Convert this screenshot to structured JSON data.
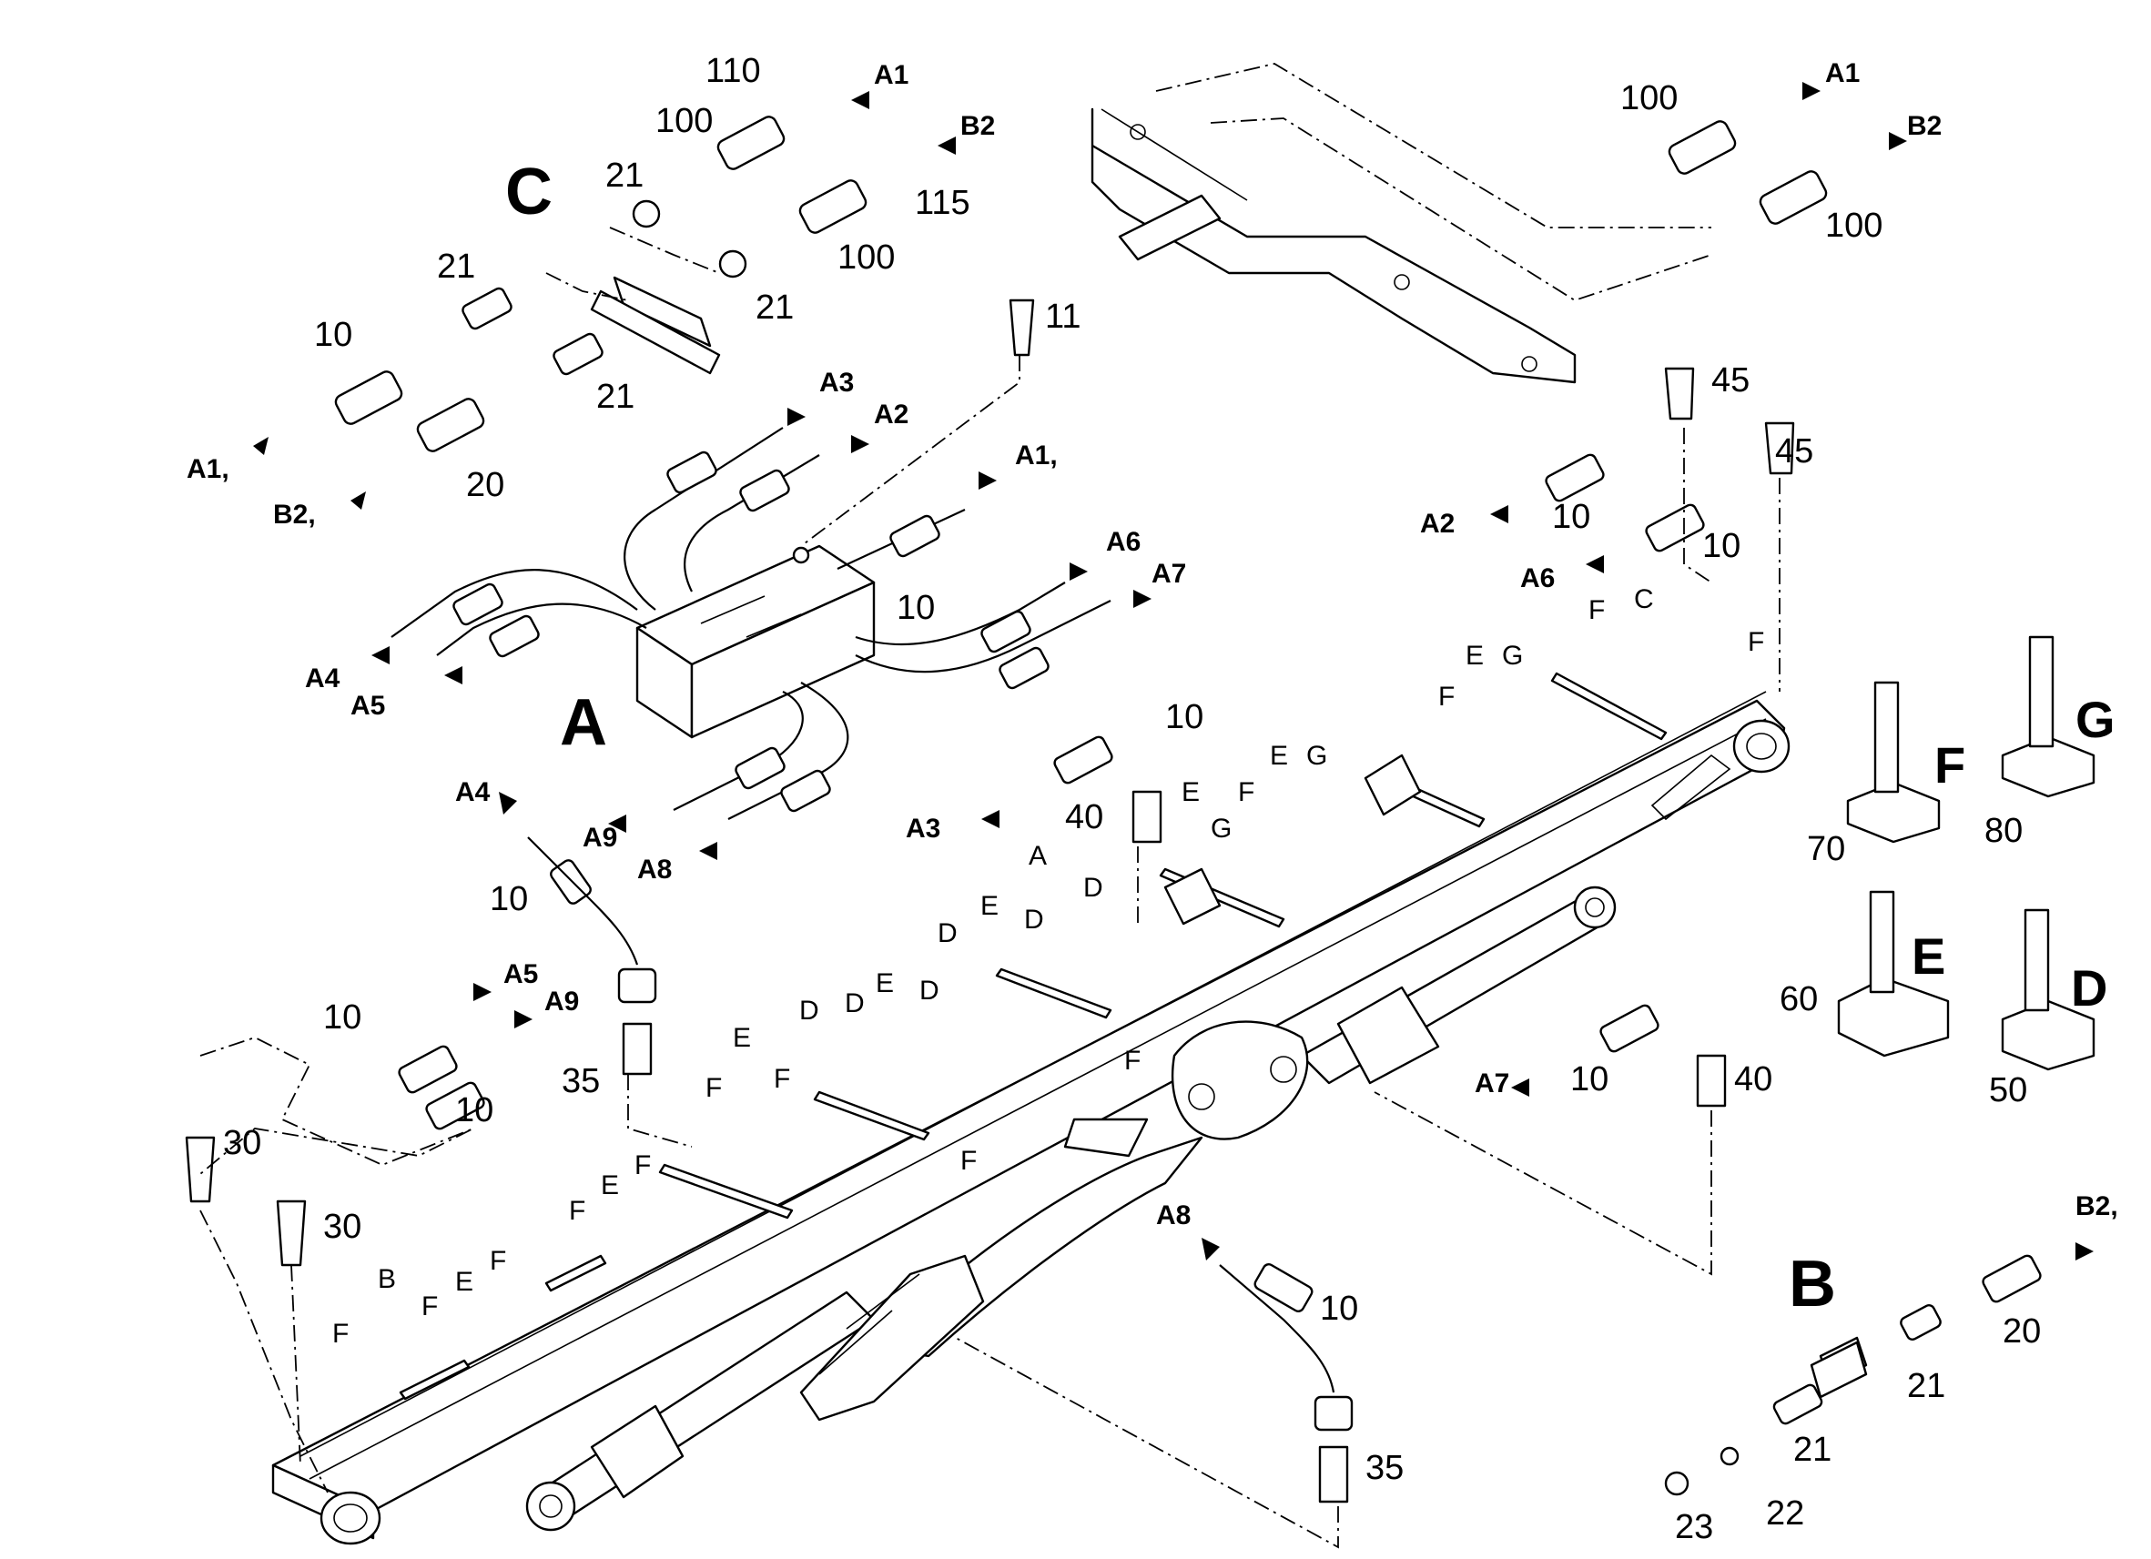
{
  "diagram": {
    "views": [
      {
        "letter": "A"
      },
      {
        "letter": "B"
      },
      {
        "letter": "C"
      }
    ],
    "clamps": [
      {
        "letter": "F",
        "number": "70"
      },
      {
        "letter": "G",
        "number": "80"
      },
      {
        "letter": "E",
        "number": "60"
      },
      {
        "letter": "D",
        "number": "50"
      }
    ],
    "port_labels": {
      "c_a1": "A1",
      "c_b2": "B2",
      "c_a1c": "A1,",
      "c_b2c": "B2,",
      "tr_a1": "A1",
      "tr_b2": "B2",
      "blk_a3": "A3",
      "blk_a2": "A2",
      "blk_a1c": "A1,",
      "blk_a6": "A6",
      "blk_a7": "A7",
      "blk_a4": "A4",
      "blk_a5": "A5",
      "blk_a9": "A9",
      "blk_a8": "A8",
      "r_a2": "A2",
      "r_a6": "A6",
      "m_a3": "A3",
      "l_a4": "A4",
      "l_a5": "A5",
      "l_a9": "A9",
      "r_a7": "A7",
      "b_a8": "A8",
      "b_b2c": "B2,"
    },
    "part_numbers": {
      "p110": "110",
      "p100a": "100",
      "p115": "115",
      "p100b": "100",
      "p21a": "21",
      "p21b": "21",
      "p21c": "21",
      "p21d": "21",
      "p10a": "10",
      "p20a": "20",
      "p11": "11",
      "p100c": "100",
      "p100d": "100",
      "p45a": "45",
      "p45b": "45",
      "p10b": "10",
      "p10c": "10",
      "p10d": "10",
      "p10e": "10",
      "p40a": "40",
      "p10f": "10",
      "p35a": "35",
      "p10g": "10",
      "p10h": "10",
      "p30a": "30",
      "p30b": "30",
      "p10i": "10",
      "p40b": "40",
      "p10j": "10",
      "p35b": "35",
      "p20b": "20",
      "p21e": "21",
      "p21f": "21",
      "p23": "23",
      "p22": "22"
    },
    "boom_markers": {
      "m1": "F",
      "m2": "B",
      "m3": "F",
      "m4": "E",
      "m5": "F",
      "m6": "F",
      "m7": "E",
      "m8": "F",
      "m9": "F",
      "m10": "E",
      "m11": "F",
      "m12": "D",
      "m13": "D",
      "m14": "E",
      "m15": "D",
      "m16": "D",
      "m17": "E",
      "m18": "D",
      "m19": "A",
      "m20": "D",
      "m21": "E",
      "m22": "G",
      "m23": "F",
      "m24": "E",
      "m25": "G",
      "m26": "F",
      "m27": "E",
      "m28": "G",
      "m29": "F",
      "m30": "C",
      "m31": "F",
      "m32": "F",
      "m33": "F"
    }
  }
}
